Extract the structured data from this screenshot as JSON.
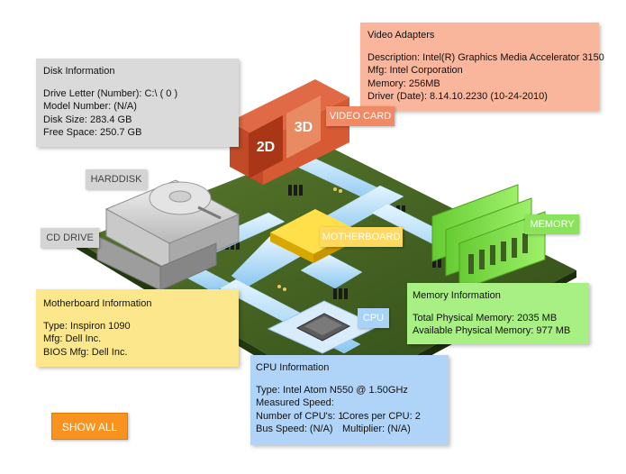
{
  "labels": {
    "harddisk": "HARDDISK",
    "cd_drive": "CD DRIVE",
    "video_card": "VIDEO CARD",
    "motherboard": "MOTHERBOARD",
    "memory": "MEMORY",
    "cpu": "CPU",
    "chip_2d": "2D",
    "chip_3d": "3D"
  },
  "disk": {
    "title": "Disk Information",
    "drive_letter": "Drive Letter (Number): C:\\ ( 0 )",
    "model_number": "Model Number: (N/A)",
    "disk_size": "Disk Size: 283.4 GB",
    "free_space": "Free Space: 250.7 GB"
  },
  "video": {
    "title": "Video Adapters",
    "description": "Description: Intel(R) Graphics Media Accelerator 3150",
    "mfg": "Mfg: Intel Corporation",
    "memory": "Memory: 256MB",
    "driver": "Driver (Date): 8.14.10.2230 (10-24-2010)"
  },
  "motherboard": {
    "title": "Motherboard Information",
    "type": "Type: Inspiron 1090",
    "mfg": "Mfg: Dell Inc.",
    "bios_mfg": "BIOS Mfg: Dell Inc."
  },
  "memory_info": {
    "title": "Memory Information",
    "total": "Total Physical Memory: 2035 MB",
    "available": "Available Physical Memory: 977 MB"
  },
  "cpu_info": {
    "title": "CPU Information",
    "type": "Type: Intel Atom N550 @ 1.50GHz",
    "measured_speed": "Measured Speed:",
    "num_cpus": "Number of CPU's: 1",
    "cores_per_cpu": "Cores per CPU: 2",
    "bus_speed": "Bus Speed: (N/A)",
    "multiplier": "Multiplier: (N/A)"
  },
  "show_all": "SHOW ALL",
  "colors": {
    "disk_panel": "#dadada",
    "video_panel": "#f9b69c",
    "motherboard_panel": "#fde78c",
    "memory_panel": "#a8ef84",
    "cpu_panel": "#b0d4f8",
    "show_all_button": "#f7931e",
    "board": "#3f5f1f",
    "trace": "#bfe4fb"
  }
}
